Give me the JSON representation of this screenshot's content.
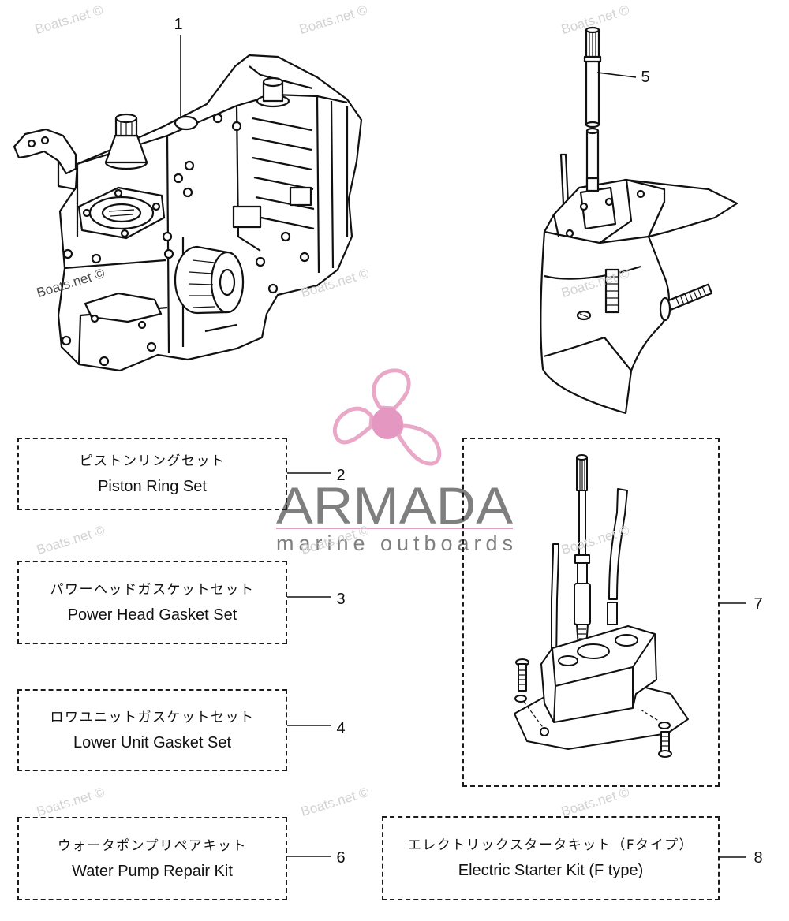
{
  "callouts": [
    "1",
    "2",
    "3",
    "4",
    "5",
    "6",
    "7",
    "8"
  ],
  "part_boxes": [
    {
      "ja": "ピストンリングセット",
      "en": "Piston Ring Set"
    },
    {
      "ja": "パワーヘッドガスケットセット",
      "en": "Power Head Gasket Set"
    },
    {
      "ja": "ロワユニットガスケットセット",
      "en": "Lower Unit Gasket Set"
    },
    {
      "ja": "ウォータポンプリペアキット",
      "en": "Water Pump Repair Kit"
    },
    {
      "ja": "エレクトリックスタータキット（Fタイプ）",
      "en": "Electric Starter Kit (F type)"
    }
  ],
  "logo": {
    "name": "ARMADA",
    "tagline": "marine outboards",
    "icon": "propeller-icon",
    "colors": {
      "propeller": "#e9a8c8",
      "hub": "#e497c0",
      "text": "#7f7f7f",
      "rule": "#e3a1c2"
    }
  },
  "watermark": {
    "text": "Boats.net ©",
    "color": "#d2d2d2"
  },
  "icons": [
    "power-head-icon",
    "lower-unit-icon",
    "drive-shaft-housing-icon"
  ]
}
